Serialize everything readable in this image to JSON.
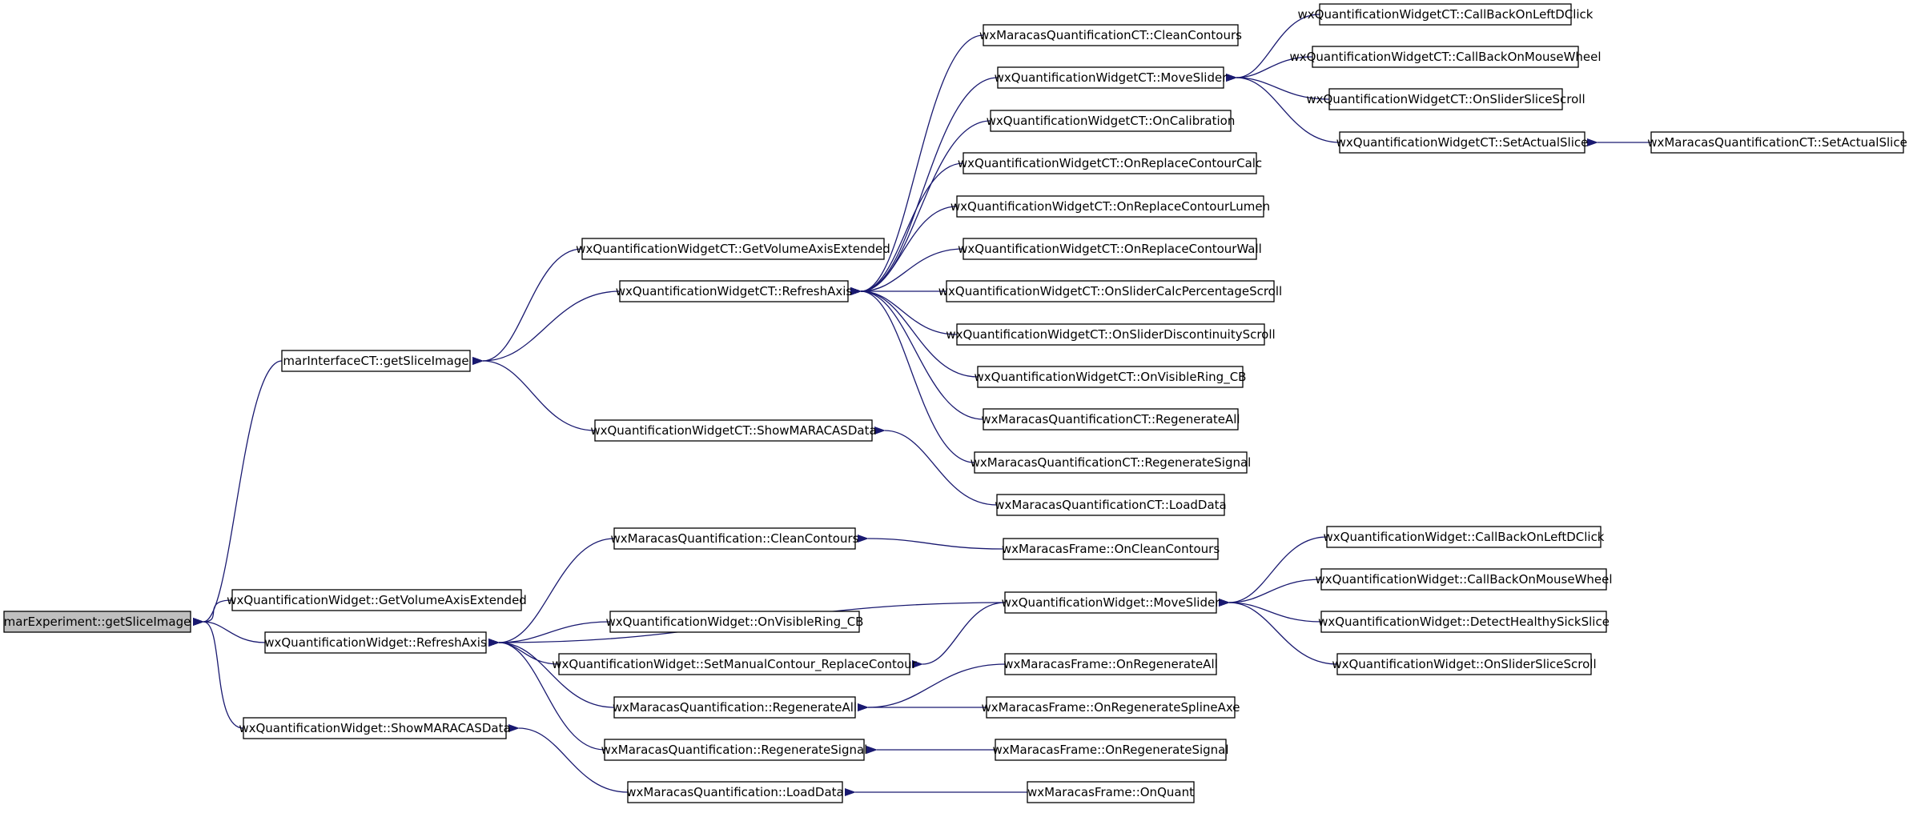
{
  "diagram": {
    "title": "",
    "colors": {
      "edge": "#191970",
      "node_border": "#000000",
      "node_fill": "#ffffff",
      "root_fill": "#bfbfbf"
    },
    "nodes": [
      {
        "id": "n0",
        "label": "marExperiment::getSliceImage"
      },
      {
        "id": "n1",
        "label": "marInterfaceCT::getSliceImage"
      },
      {
        "id": "n2",
        "label": "wxQuantificationWidget::GetVolumeAxisExtended"
      },
      {
        "id": "n3",
        "label": "wxQuantificationWidget::RefreshAxis"
      },
      {
        "id": "n4",
        "label": "wxQuantificationWidget::ShowMARACASData"
      },
      {
        "id": "n5",
        "label": "wxQuantificationWidgetCT::GetVolumeAxisExtended"
      },
      {
        "id": "n6",
        "label": "wxQuantificationWidgetCT::RefreshAxis"
      },
      {
        "id": "n7",
        "label": "wxQuantificationWidgetCT::ShowMARACASData"
      },
      {
        "id": "n8",
        "label": "wxMaracasQuantificationCT::CleanContours"
      },
      {
        "id": "n9",
        "label": "wxQuantificationWidgetCT::MoveSlider"
      },
      {
        "id": "n10",
        "label": "wxQuantificationWidgetCT::OnCalibration"
      },
      {
        "id": "n11",
        "label": "wxQuantificationWidgetCT::OnReplaceContourCalc"
      },
      {
        "id": "n12",
        "label": "wxQuantificationWidgetCT::OnReplaceContourLumen"
      },
      {
        "id": "n13",
        "label": "wxQuantificationWidgetCT::OnReplaceContourWall"
      },
      {
        "id": "n14",
        "label": "wxQuantificationWidgetCT::OnSliderCalcPercentageScroll"
      },
      {
        "id": "n15",
        "label": "wxQuantificationWidgetCT::OnSliderDiscontinuityScroll"
      },
      {
        "id": "n16",
        "label": "wxQuantificationWidgetCT::OnVisibleRing_CB"
      },
      {
        "id": "n17",
        "label": "wxMaracasQuantificationCT::RegenerateAll"
      },
      {
        "id": "n18",
        "label": "wxMaracasQuantificationCT::RegenerateSignal"
      },
      {
        "id": "n19",
        "label": "wxMaracasQuantificationCT::LoadData"
      },
      {
        "id": "n20",
        "label": "wxQuantificationWidgetCT::CallBackOnLeftDClick"
      },
      {
        "id": "n21",
        "label": "wxQuantificationWidgetCT::CallBackOnMouseWheel"
      },
      {
        "id": "n22",
        "label": "wxQuantificationWidgetCT::OnSliderSliceScroll"
      },
      {
        "id": "n23",
        "label": "wxQuantificationWidgetCT::SetActualSlice"
      },
      {
        "id": "n24",
        "label": "wxMaracasQuantificationCT::SetActualSlice"
      },
      {
        "id": "n25",
        "label": "wxMaracasQuantification::CleanContours"
      },
      {
        "id": "n26",
        "label": "wxQuantificationWidget::OnVisibleRing_CB"
      },
      {
        "id": "n27",
        "label": "wxQuantificationWidget::SetManualContour_ReplaceContour"
      },
      {
        "id": "n28",
        "label": "wxMaracasQuantification::RegenerateAll"
      },
      {
        "id": "n29",
        "label": "wxMaracasQuantification::RegenerateSignal"
      },
      {
        "id": "n30",
        "label": "wxMaracasQuantification::LoadData"
      },
      {
        "id": "n31",
        "label": "wxMaracasFrame::OnCleanContours"
      },
      {
        "id": "n32",
        "label": "wxQuantificationWidget::MoveSlider"
      },
      {
        "id": "n33",
        "label": "wxMaracasFrame::OnRegenerateAll"
      },
      {
        "id": "n34",
        "label": "wxMaracasFrame::OnRegenerateSplineAxe"
      },
      {
        "id": "n35",
        "label": "wxMaracasFrame::OnRegenerateSignal"
      },
      {
        "id": "n36",
        "label": "wxMaracasFrame::OnQuant"
      },
      {
        "id": "n37",
        "label": "wxQuantificationWidget::CallBackOnLeftDClick"
      },
      {
        "id": "n38",
        "label": "wxQuantificationWidget::CallBackOnMouseWheel"
      },
      {
        "id": "n39",
        "label": "wxQuantificationWidget::DetectHealthySickSlice"
      },
      {
        "id": "n40",
        "label": "wxQuantificationWidget::OnSliderSliceScroll"
      }
    ],
    "edges": [
      [
        "n0",
        "n1"
      ],
      [
        "n0",
        "n2"
      ],
      [
        "n0",
        "n3"
      ],
      [
        "n0",
        "n4"
      ],
      [
        "n1",
        "n5"
      ],
      [
        "n1",
        "n6"
      ],
      [
        "n1",
        "n7"
      ],
      [
        "n6",
        "n8"
      ],
      [
        "n6",
        "n9"
      ],
      [
        "n6",
        "n10"
      ],
      [
        "n6",
        "n11"
      ],
      [
        "n6",
        "n12"
      ],
      [
        "n6",
        "n13"
      ],
      [
        "n6",
        "n14"
      ],
      [
        "n6",
        "n15"
      ],
      [
        "n6",
        "n16"
      ],
      [
        "n6",
        "n17"
      ],
      [
        "n6",
        "n18"
      ],
      [
        "n7",
        "n19"
      ],
      [
        "n9",
        "n20"
      ],
      [
        "n9",
        "n21"
      ],
      [
        "n9",
        "n22"
      ],
      [
        "n9",
        "n23"
      ],
      [
        "n23",
        "n24"
      ],
      [
        "n3",
        "n25"
      ],
      [
        "n3",
        "n32"
      ],
      [
        "n3",
        "n26"
      ],
      [
        "n3",
        "n27"
      ],
      [
        "n3",
        "n28"
      ],
      [
        "n3",
        "n29"
      ],
      [
        "n4",
        "n30"
      ],
      [
        "n25",
        "n31"
      ],
      [
        "n27",
        "n32"
      ],
      [
        "n28",
        "n33"
      ],
      [
        "n28",
        "n34"
      ],
      [
        "n29",
        "n35"
      ],
      [
        "n30",
        "n36"
      ],
      [
        "n32",
        "n37"
      ],
      [
        "n32",
        "n38"
      ],
      [
        "n32",
        "n39"
      ],
      [
        "n32",
        "n40"
      ]
    ]
  }
}
